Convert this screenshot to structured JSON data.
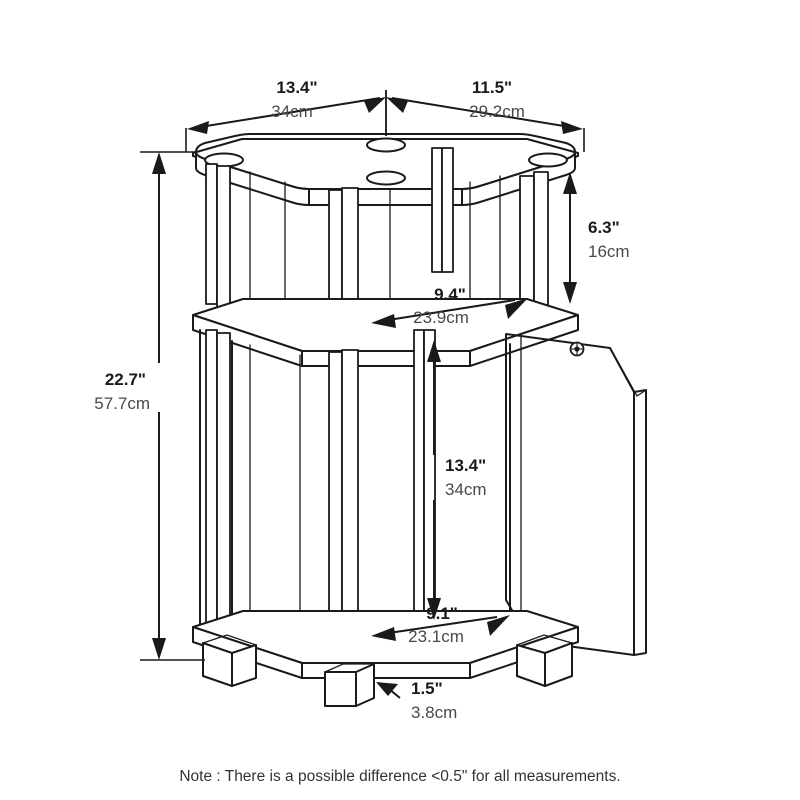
{
  "drawing": {
    "title": "Furniture Dimension Diagram",
    "product_type": "two-shelf end table with cabinet door",
    "units": {
      "imperial": "inches",
      "metric": "centimeters"
    },
    "line_color": "#1a1a1a",
    "metric_text_color": "#4a4a4a",
    "background": "#ffffff"
  },
  "dimensions": {
    "top_width": {
      "imperial": "13.4\"",
      "metric": "34cm",
      "label": "top-width"
    },
    "top_depth": {
      "imperial": "11.5\"",
      "metric": "29.2cm",
      "label": "top-depth"
    },
    "upper_shelf_gap": {
      "imperial": "6.3\"",
      "metric": "16cm",
      "label": "upper-shelf-clearance"
    },
    "total_height": {
      "imperial": "22.7\"",
      "metric": "57.7cm",
      "label": "total-height"
    },
    "middle_shelf_width": {
      "imperial": "9.4\"",
      "metric": "23.9cm",
      "label": "middle-shelf-width"
    },
    "cabinet_height": {
      "imperial": "13.4\"",
      "metric": "34cm",
      "label": "cabinet-interior-height"
    },
    "bottom_shelf_width": {
      "imperial": "9.1\"",
      "metric": "23.1cm",
      "label": "bottom-shelf-width"
    },
    "foot_height": {
      "imperial": "1.5\"",
      "metric": "3.8cm",
      "label": "foot-height"
    }
  },
  "note": {
    "text": "Note : There is a possible difference <0.5\" for all measurements."
  },
  "icons": {
    "hinge": "hinge-screw-icon",
    "arrow": "dimension-arrow-icon"
  }
}
